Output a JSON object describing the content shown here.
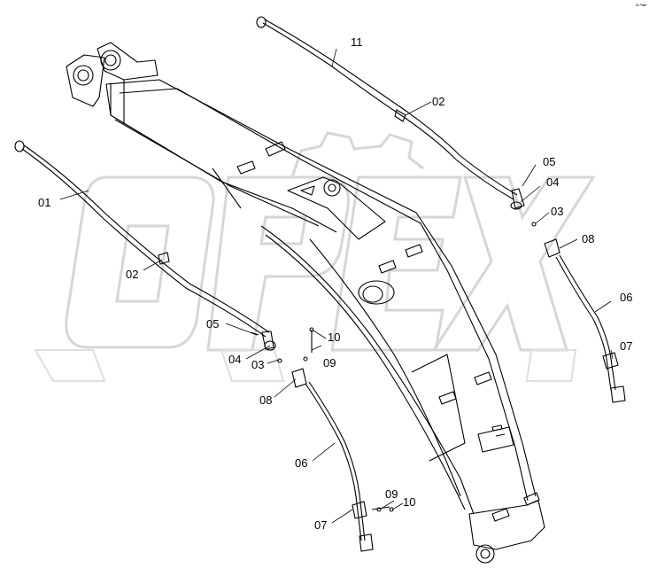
{
  "watermark": {
    "text": "OPEX",
    "color": "#dcdcdc"
  },
  "corner_mark": "ᵂ-°ᴹᴹ",
  "labels": {
    "l01": "01",
    "l02a": "02",
    "l02b": "02",
    "l03a": "03",
    "l03b": "03",
    "l04a": "04",
    "l04b": "04",
    "l05a": "05",
    "l05b": "05",
    "l06a": "06",
    "l06b": "06",
    "l07a": "07",
    "l07b": "07",
    "l08a": "08",
    "l08b": "08",
    "l09a": "09",
    "l09b": "09",
    "l10a": "10",
    "l10b": "10",
    "l11": "11"
  },
  "colors": {
    "line": "#000000",
    "watermark": "#d9d9d9"
  }
}
